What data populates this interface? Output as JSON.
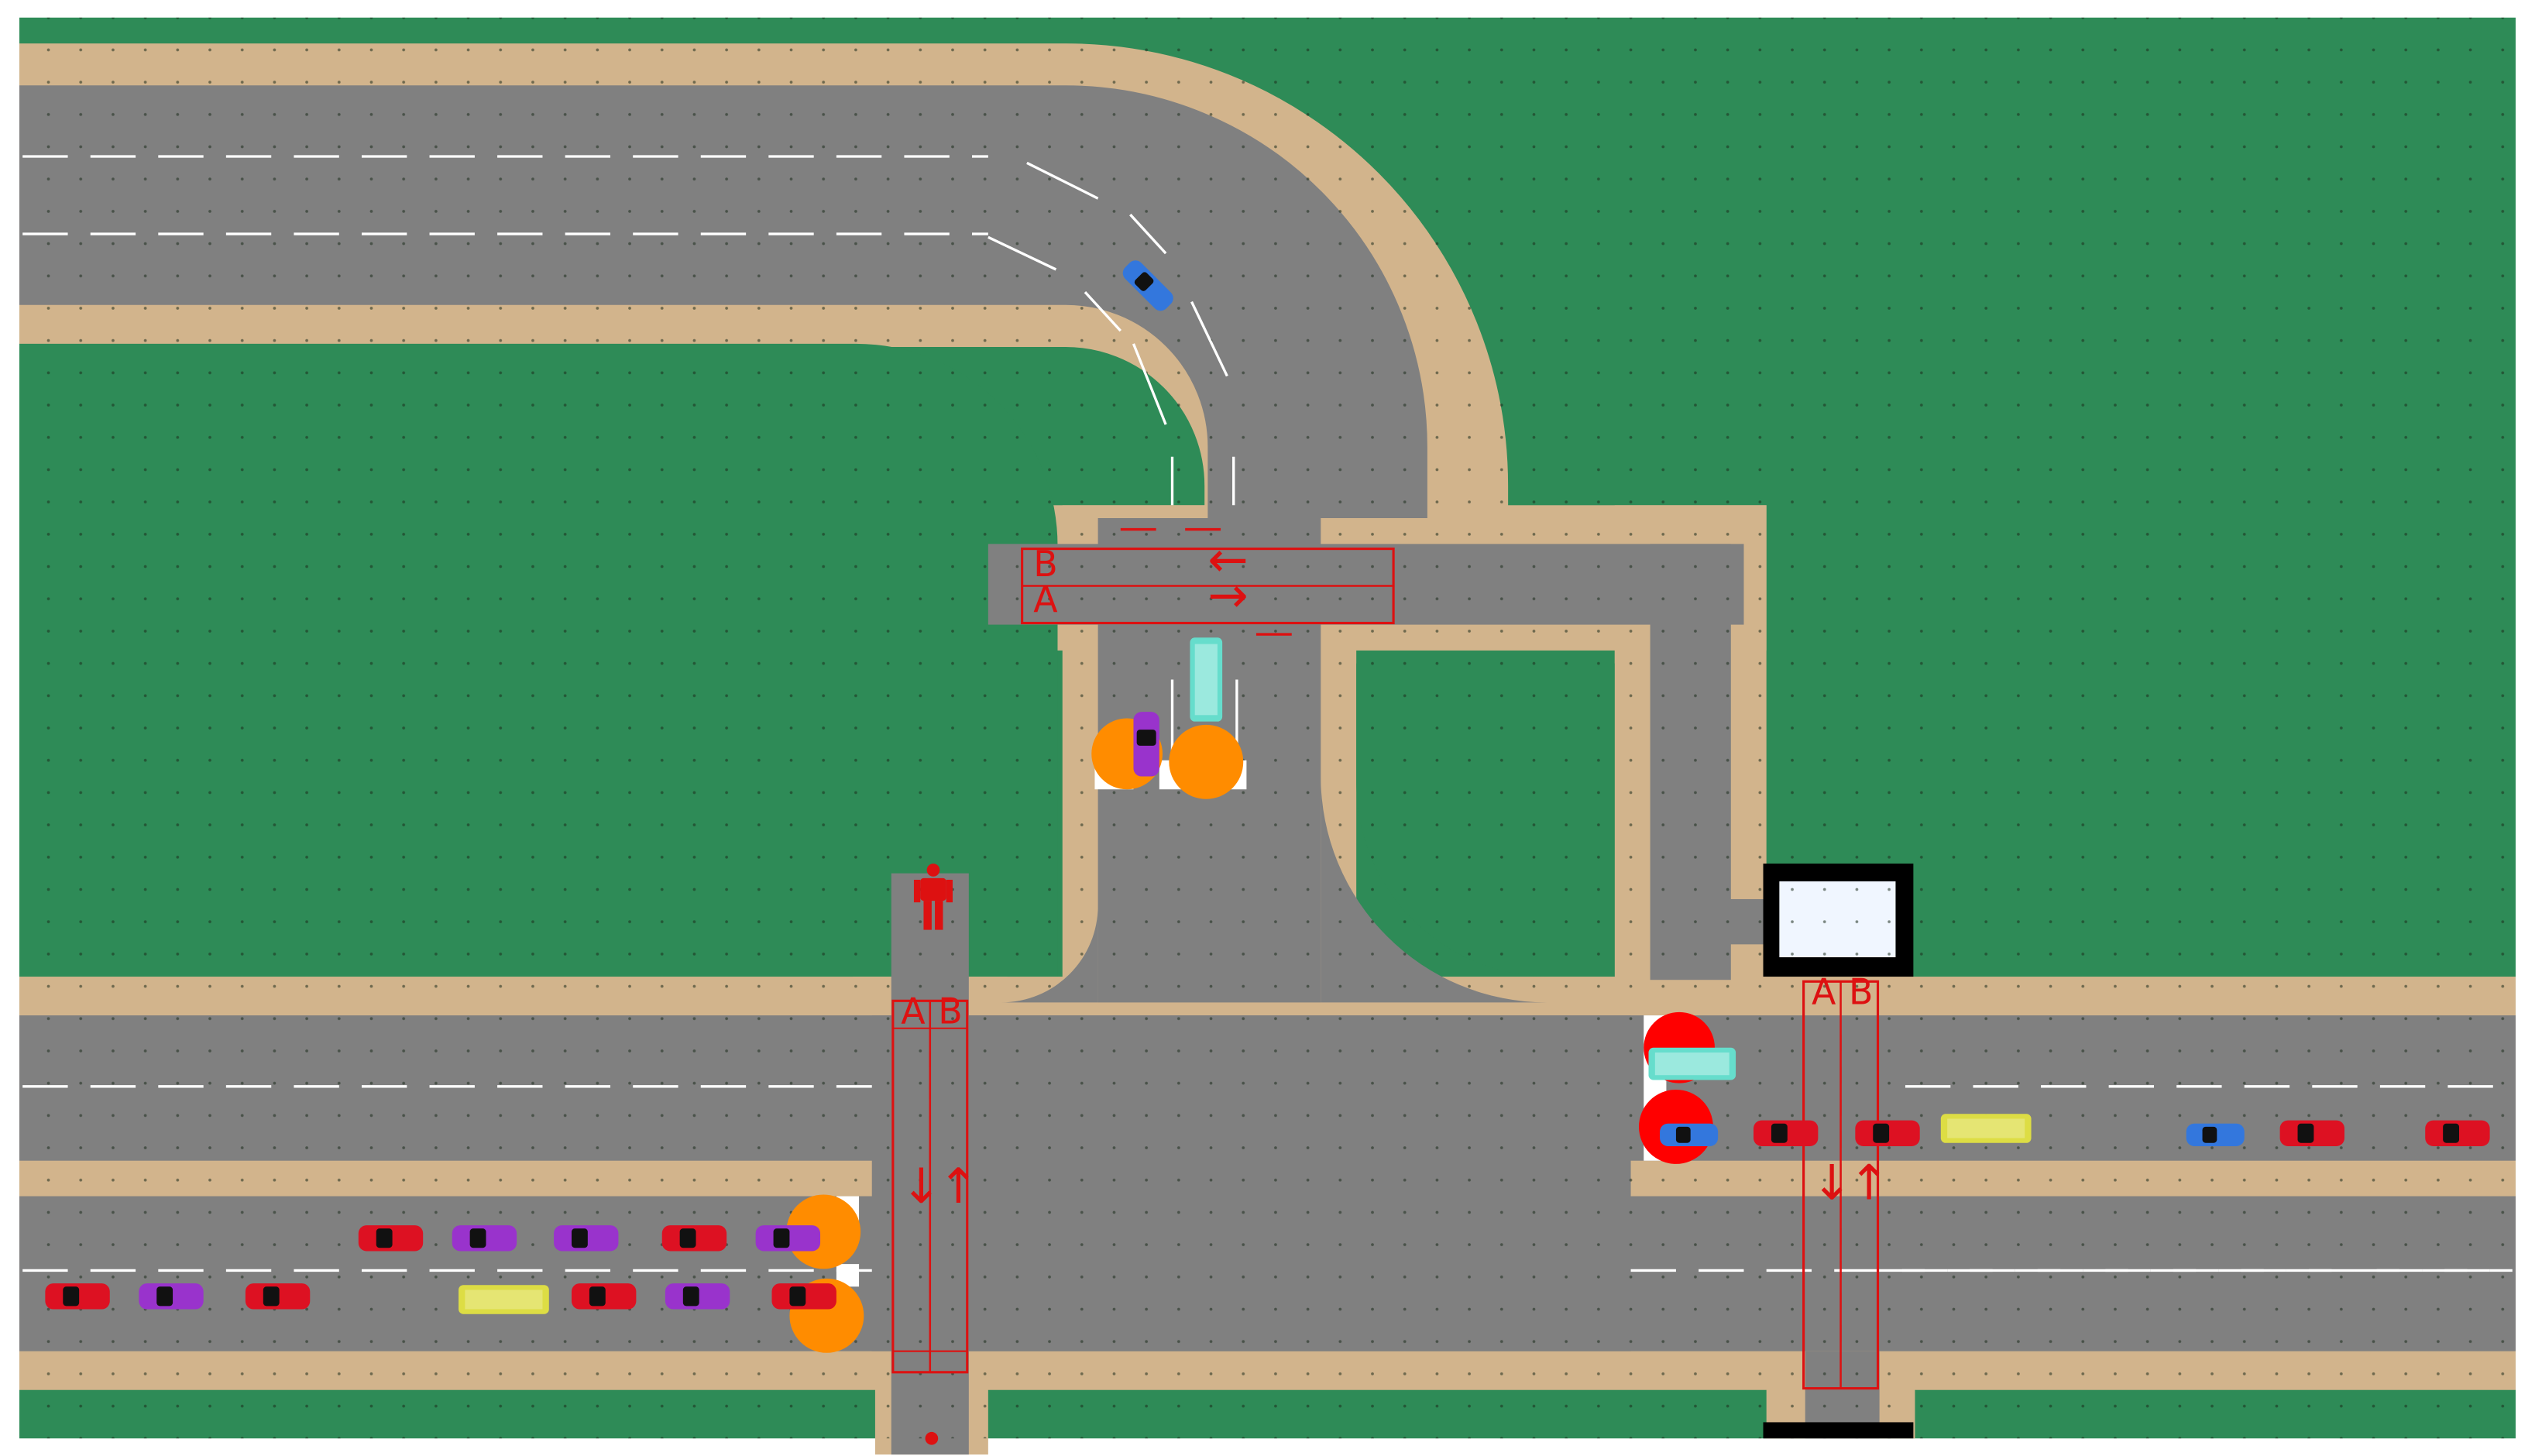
{
  "scene": {
    "colors": {
      "grass": "#2e8b57",
      "sidewalk": "#d2b48c",
      "road": "#808080",
      "lane_marking": "#ffffff",
      "crossing": "#dd1111",
      "signal_orange": "#ff8c00",
      "signal_red": "#ff0000",
      "bus_stop": "#000000"
    }
  },
  "crossings": [
    {
      "id": "north-crossing",
      "labels": [
        "B",
        "A"
      ],
      "arrows": [
        "←",
        "→"
      ]
    },
    {
      "id": "west-crossing",
      "labels": [
        "A",
        "B"
      ],
      "arrows": [
        "↓",
        "↑"
      ]
    },
    {
      "id": "east-crossing",
      "labels": [
        "A",
        "B"
      ],
      "arrows": [
        "↓",
        "↑"
      ]
    }
  ],
  "traffic_signals": [
    {
      "id": "north-left",
      "state": "orange"
    },
    {
      "id": "north-right",
      "state": "orange"
    },
    {
      "id": "west-upper",
      "state": "orange"
    },
    {
      "id": "west-lower",
      "state": "orange"
    },
    {
      "id": "east-upper",
      "state": "red"
    },
    {
      "id": "east-lower",
      "state": "red"
    }
  ],
  "vehicles": [
    {
      "id": "v1",
      "color": "#dd1122",
      "kind": "car"
    },
    {
      "id": "v2",
      "color": "#9933cc",
      "kind": "car"
    },
    {
      "id": "v3",
      "color": "#dd1122",
      "kind": "car"
    },
    {
      "id": "v4",
      "color": "#dddd44",
      "kind": "bus"
    },
    {
      "id": "v5",
      "color": "#dd1122",
      "kind": "car"
    },
    {
      "id": "v6",
      "color": "#9933cc",
      "kind": "car"
    },
    {
      "id": "v7",
      "color": "#dd1122",
      "kind": "car"
    },
    {
      "id": "v8",
      "color": "#dd1122",
      "kind": "car"
    },
    {
      "id": "v9",
      "color": "#9933cc",
      "kind": "car"
    },
    {
      "id": "v10",
      "color": "#9933cc",
      "kind": "car"
    },
    {
      "id": "v11",
      "color": "#dd1122",
      "kind": "car"
    },
    {
      "id": "v12",
      "color": "#9933cc",
      "kind": "car"
    },
    {
      "id": "v13",
      "color": "#3377dd",
      "kind": "car"
    },
    {
      "id": "v14",
      "color": "#9933cc",
      "kind": "car"
    },
    {
      "id": "v15",
      "color": "#66ddcc",
      "kind": "bus"
    },
    {
      "id": "v16",
      "color": "#66ddcc",
      "kind": "bus"
    },
    {
      "id": "v17",
      "color": "#3377dd",
      "kind": "car"
    },
    {
      "id": "v18",
      "color": "#dd1122",
      "kind": "car"
    },
    {
      "id": "v19",
      "color": "#dd1122",
      "kind": "car"
    },
    {
      "id": "v20",
      "color": "#dddd44",
      "kind": "bus"
    },
    {
      "id": "v21",
      "color": "#3377dd",
      "kind": "car"
    },
    {
      "id": "v22",
      "color": "#dd1122",
      "kind": "car"
    },
    {
      "id": "v23",
      "color": "#dd1122",
      "kind": "car"
    }
  ],
  "pedestrians": [
    {
      "id": "p1",
      "color": "#dd1111"
    }
  ]
}
